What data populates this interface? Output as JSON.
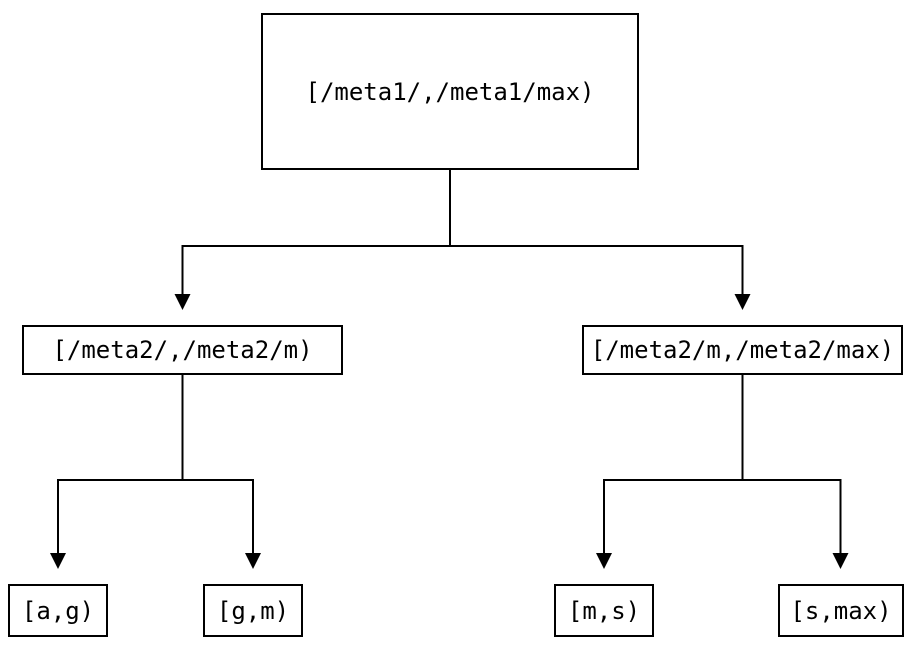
{
  "diagram": {
    "type": "tree",
    "background_color": "#ffffff",
    "line_color": "#000000",
    "text_color": "#000000",
    "root": {
      "label": "[/meta1/,/meta1/max)",
      "children": [
        {
          "label": "[/meta2/,/meta2/m)",
          "children": [
            {
              "label": "[a,g)"
            },
            {
              "label": "[g,m)"
            }
          ]
        },
        {
          "label": "[/meta2/m,/meta2/max)",
          "children": [
            {
              "label": "[m,s)"
            },
            {
              "label": "[s,max)"
            }
          ]
        }
      ]
    }
  }
}
